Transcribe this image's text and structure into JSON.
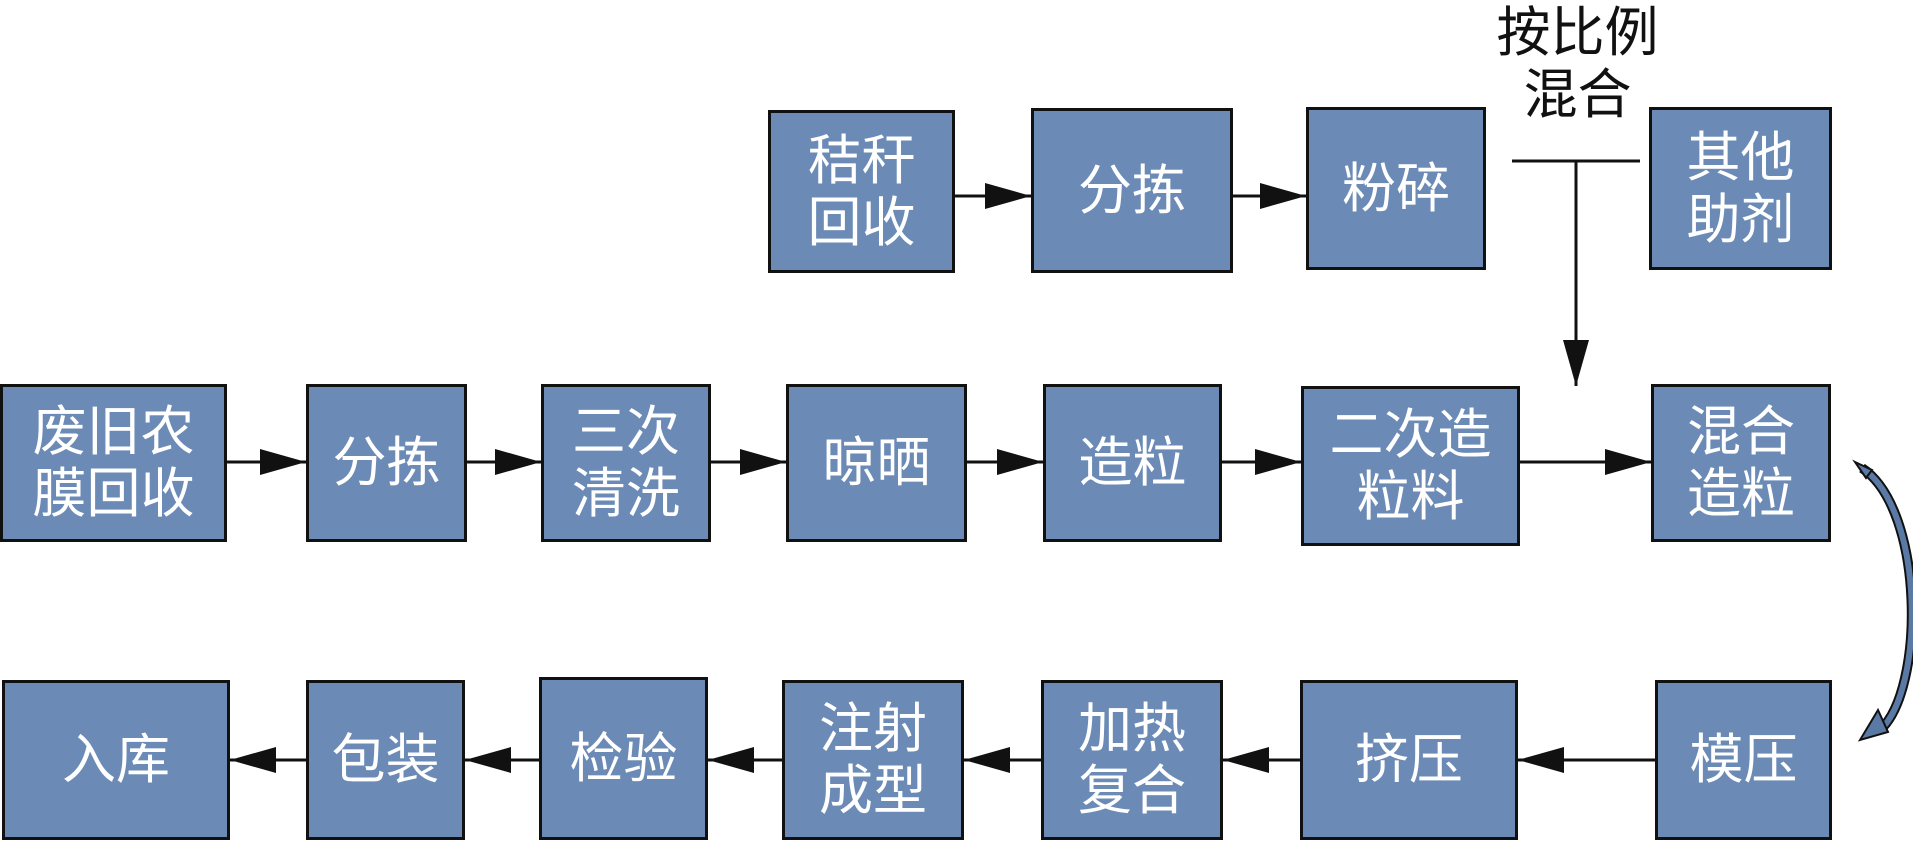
{
  "diagram": {
    "mix_label": "按比例\n混合",
    "nodes": {
      "straw_recovery": "秸秆\n回收",
      "straw_sort": "分拣",
      "straw_crush": "粉碎",
      "other_additives": "其他\n助剂",
      "film_recovery": "废旧农\n膜回收",
      "film_sort": "分拣",
      "triple_wash": "三次\n清洗",
      "air_dry": "晾晒",
      "granulate": "造粒",
      "secondary_pellets": "二次造\n粒料",
      "mix_granulate": "混合\n造粒",
      "mold_press": "模压",
      "extrude": "挤压",
      "heat_composite": "加热\n复合",
      "injection_molding": "注射\n成型",
      "inspection": "检验",
      "packaging": "包装",
      "warehousing": "入库"
    },
    "colors": {
      "box_fill": "#6b8bb6",
      "box_border": "#111111",
      "text": "#ffffff",
      "line": "#111111",
      "curve_arrow": "#5a7aa5"
    },
    "edges": [
      [
        "straw_recovery",
        "straw_sort"
      ],
      [
        "straw_sort",
        "straw_crush"
      ],
      [
        "film_recovery",
        "film_sort"
      ],
      [
        "film_sort",
        "triple_wash"
      ],
      [
        "triple_wash",
        "air_dry"
      ],
      [
        "air_dry",
        "granulate"
      ],
      [
        "granulate",
        "secondary_pellets"
      ],
      [
        "secondary_pellets",
        "mix_granulate"
      ],
      [
        "mix_granulate",
        "mold_press"
      ],
      [
        "mold_press",
        "extrude"
      ],
      [
        "extrude",
        "heat_composite"
      ],
      [
        "heat_composite",
        "injection_molding"
      ],
      [
        "injection_molding",
        "inspection"
      ],
      [
        "inspection",
        "packaging"
      ],
      [
        "packaging",
        "warehousing"
      ]
    ]
  }
}
